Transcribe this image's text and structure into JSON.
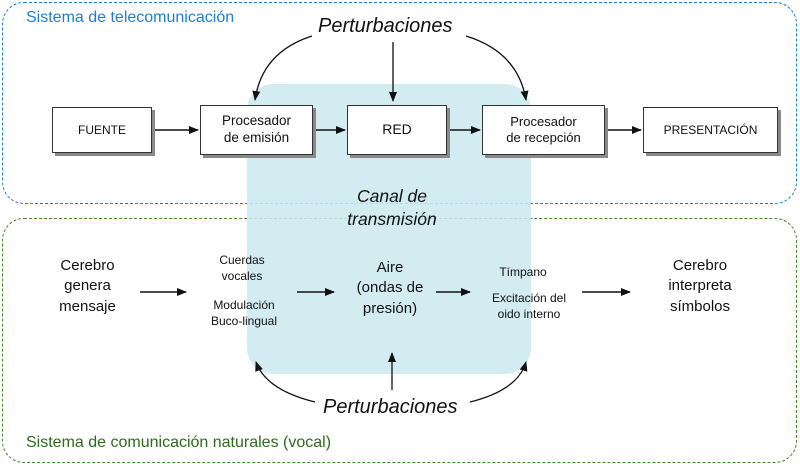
{
  "colors": {
    "tele_border": "#1f7fd1",
    "tele_text": "#1f7fd1",
    "natural_border": "#3f8a2a",
    "natural_text": "#2e6b1d",
    "channel_fill": "#cbe9ee"
  },
  "telecom": {
    "title": "Sistema de telecomunicación",
    "disturbances": "Perturbaciones",
    "blocks": {
      "source": "FUENTE",
      "emitter_line1": "Procesador",
      "emitter_line2": "de emisión",
      "network": "RED",
      "receiver_line1": "Procesador",
      "receiver_line2": "de recepción",
      "presentation": "PRESENTACIÓN"
    }
  },
  "channel": {
    "line1": "Canal de",
    "line2": "transmisión"
  },
  "natural": {
    "title": "Sistema de comunicación naturales (vocal)",
    "disturbances": "Perturbaciones",
    "brain_generates": [
      "Cerebro",
      "genera",
      "mensaje"
    ],
    "vocal_cords": [
      "Cuerdas",
      "vocales"
    ],
    "modulation": [
      "Modulación",
      "Buco-lingual"
    ],
    "air": [
      "Aire",
      "(ondas de",
      "presión)"
    ],
    "eardrum": "Tímpano",
    "excitation": [
      "Excitación del",
      "oido interno"
    ],
    "brain_interprets": [
      "Cerebro",
      "interpreta",
      "símbolos"
    ]
  }
}
